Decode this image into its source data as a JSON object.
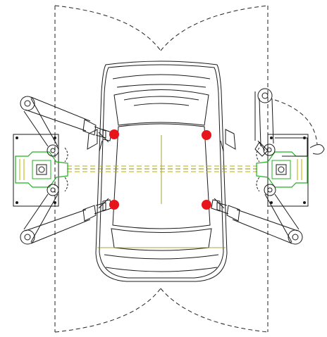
{
  "colors": {
    "line": "#1a1a1a",
    "dash": "#222222",
    "red": "#e8141b",
    "green": "#20b020",
    "yellow": "#b8b000",
    "olive": "#8c8c00"
  },
  "diagram": {
    "subject": "car",
    "robots": 4,
    "contact_points": 4
  }
}
